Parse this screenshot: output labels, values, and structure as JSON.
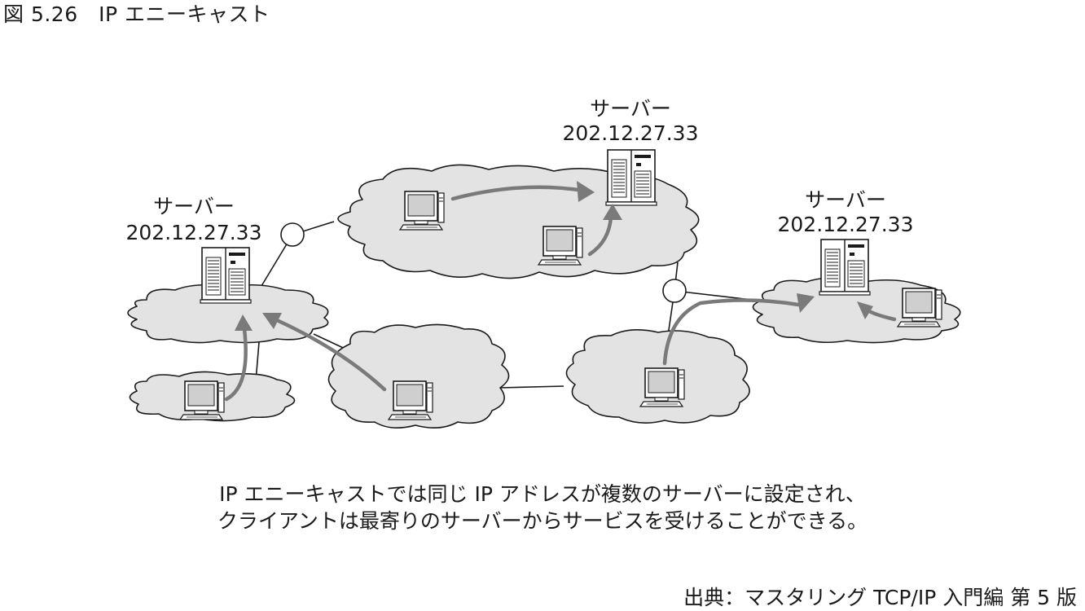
{
  "figure": {
    "title": "図 5.26　IP エニーキャスト"
  },
  "servers": [
    {
      "label": "サーバー",
      "ip": "202.12.27.33"
    },
    {
      "label": "サーバー",
      "ip": "202.12.27.33"
    },
    {
      "label": "サーバー",
      "ip": "202.12.27.33"
    }
  ],
  "icons": {
    "server": "server-icon",
    "client": "computer-icon",
    "router": "router-icon",
    "network": "cloud-icon"
  },
  "caption": {
    "line1": "IP エニーキャストでは同じ IP アドレスが複数のサーバーに設定され、",
    "line2": "クライアントは最寄りのサーバーからサービスを受けることができる。"
  },
  "source": "出典：マスタリング TCP/IP 入門編 第 5 版",
  "colors": {
    "cloud": "#e3e3e3",
    "arrow": "#7a7a7a",
    "stroke": "#1a1a1a"
  }
}
